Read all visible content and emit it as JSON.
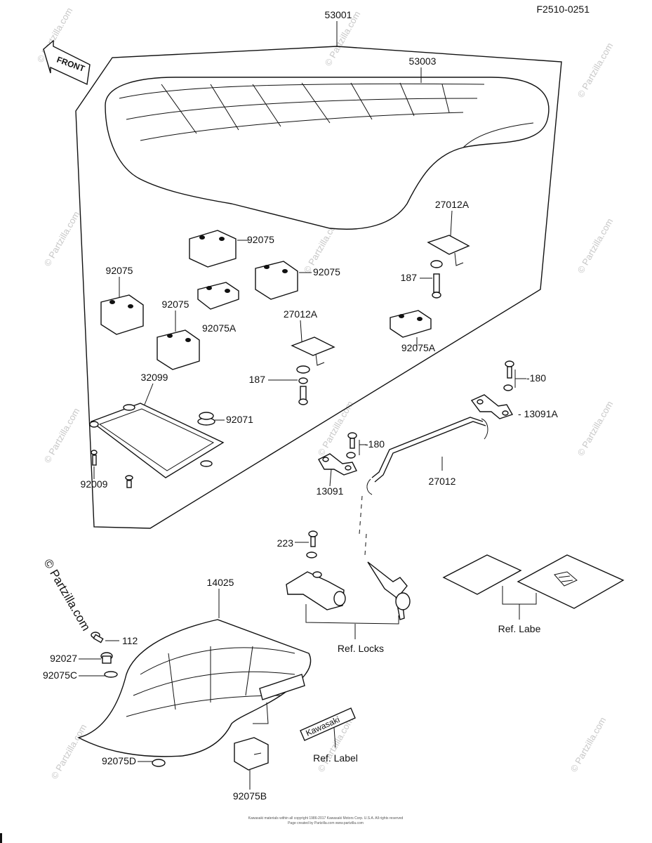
{
  "figure_code": "F2510-0251",
  "front_label": "FRONT",
  "watermark": "© Partzilla.com",
  "watermark_small": "© Partzilla.com",
  "footer_line1": "Kawasaki materials within all copyright 1986-2017 Kawasaki Motors Corp. U.S.A. All rights reserved",
  "footer_line2": "Page created by Partzilla.com www.partzilla.com",
  "callouts": {
    "p53001": "53001",
    "p53003": "53003",
    "p27012A_top": "27012A",
    "p92075_a": "92075",
    "p92075_b": "92075",
    "p92075_c": "92075",
    "p92075_d": "92075",
    "p92075A_a": "92075A",
    "p92075A_b": "92075A",
    "p187_a": "187",
    "p187_b": "187",
    "p27012A_mid": "27012A",
    "p32099": "32099",
    "p92071": "92071",
    "p92009": "92009",
    "p180_a": "-180",
    "p13091A": "- 13091A",
    "p180_b": "-180",
    "p13091": "13091",
    "p27012": "27012",
    "p223": "223",
    "p14025": "14025",
    "p112": "112",
    "p92027": "92027",
    "p92075C": "92075C",
    "p92075D": "92075D",
    "p92075B": "92075B",
    "ref_locks": "Ref. Locks",
    "ref_labe": "Ref. Labe",
    "ref_label": "Ref. Label",
    "kawasaki_badge": "Kawasaki"
  }
}
